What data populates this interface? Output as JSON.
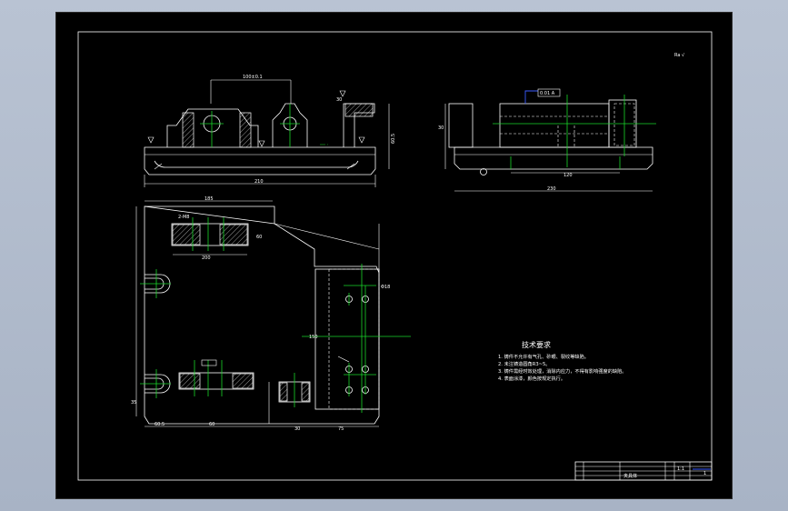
{
  "drawing": {
    "corner_mark": "Ra √",
    "tech_req_title": "技术要求",
    "tech_req_items": [
      "1. 铸件不允许有气孔、砂眼、裂纹等缺陷。",
      "2. 未注铸造圆角R3~5。",
      "3. 铸件需经时效处理，消除内应力，不得有影响强度的缺陷。",
      "4. 表面涂漆，颜色按规定执行。"
    ],
    "title_block": {
      "name": "夹具体",
      "scale": "1:1",
      "sheet_no": "1"
    }
  },
  "dimensions": {
    "front_top": "100±0.1",
    "front_width": "210",
    "front_height": "60.5",
    "front_right": "30",
    "side_top": "0.01 A",
    "side_mid": "120",
    "side_width": "230",
    "side_height": "30",
    "plan_top": "185",
    "plan_left_w": "200",
    "plan_hole": "2-M8",
    "plan_right": "60",
    "plan_mid": "150",
    "plan_bot_l": "60.5",
    "plan_bot_m": "60",
    "plan_bot_r": "75",
    "plan_bot_far": "30",
    "plan_slot": "Φ18",
    "plan_left_h": "35"
  }
}
